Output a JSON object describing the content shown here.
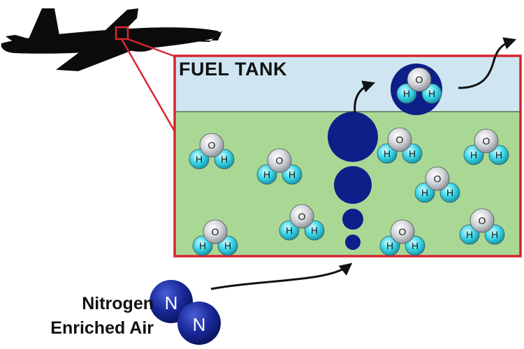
{
  "tank": {
    "title": "FUEL TANK"
  },
  "nitrogen": {
    "label_line1": "Nitrogen",
    "label_line2": "Enriched Air",
    "atom_symbol": "N"
  },
  "water": {
    "oxygen_symbol": "O",
    "hydrogen_symbol": "H"
  },
  "icons": {
    "aircraft": "airplane-silhouette-icon"
  },
  "colors": {
    "tank_border": "#d8262e",
    "ullage": "#cfe6f2",
    "fuel": "#a9d895",
    "nitrogen_bubble": "#0e1f8a",
    "oxygen_atom": "#c9ccd0",
    "hydrogen_atom": "#34d6e6"
  }
}
